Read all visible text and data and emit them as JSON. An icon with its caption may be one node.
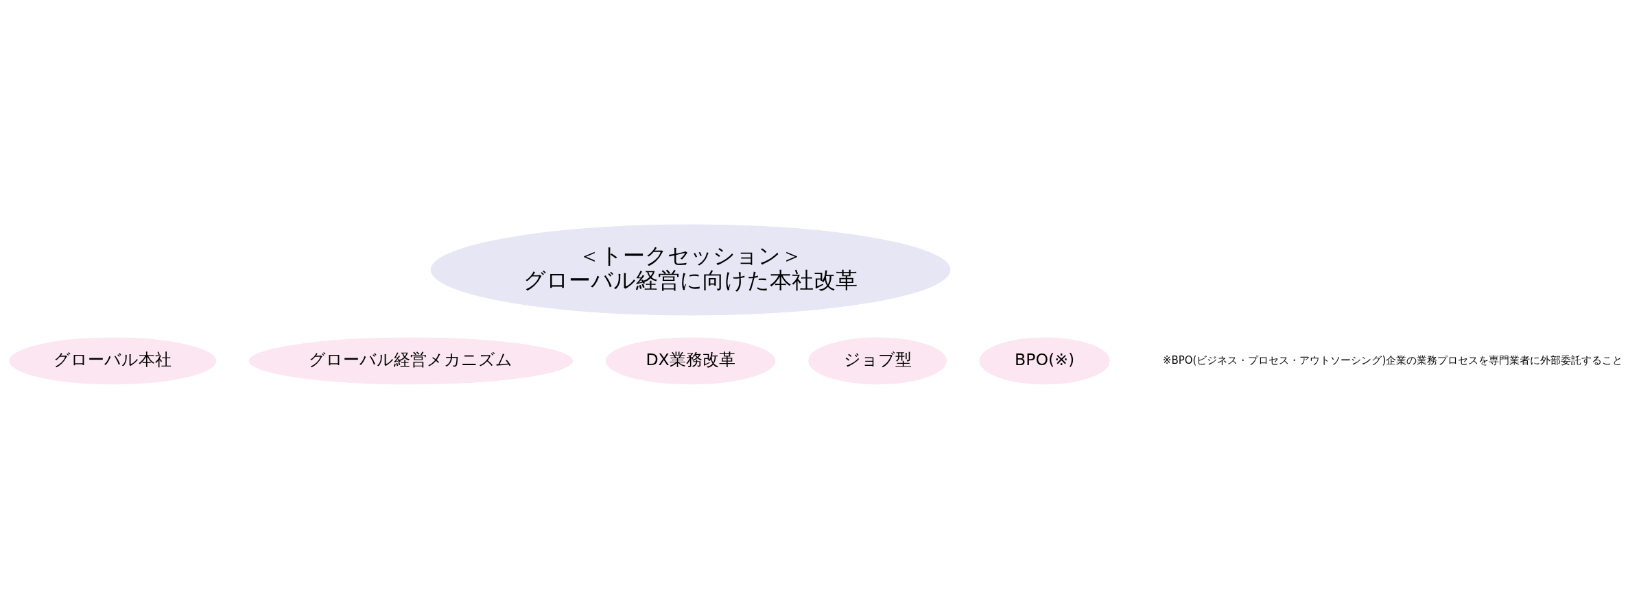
{
  "diagram": {
    "nodes": [
      {
        "text": [
          "＜トークセッション＞",
          "グローバル経営に向けた本社改革"
        ]
      },
      {
        "text": [
          "グローバル本社"
        ]
      },
      {
        "text": [
          "グローバル経営メカニズム"
        ]
      },
      {
        "text": [
          "DX業務改革"
        ]
      },
      {
        "text": [
          "ジョブ型"
        ]
      },
      {
        "text": [
          "BPO(※)"
        ]
      }
    ],
    "edges": [],
    "labels": [
      "※BPO(ビジネス・プロセス・アウトソーシング)企業の業務プロセスを専門業者に外部委託すること"
    ]
  }
}
